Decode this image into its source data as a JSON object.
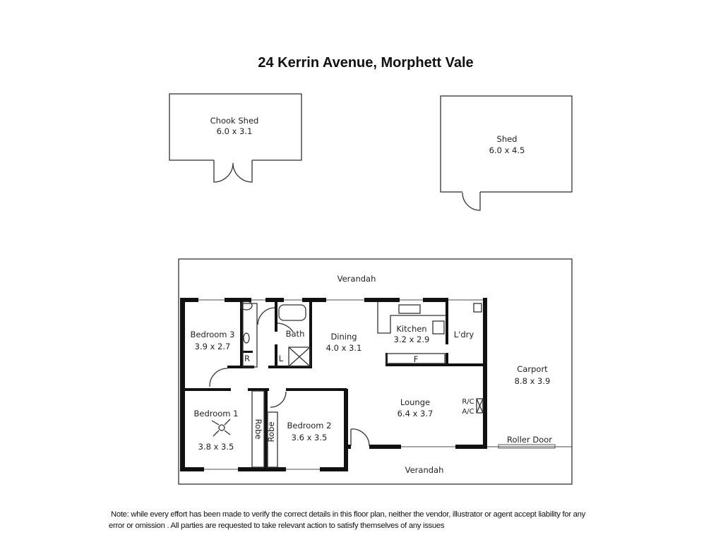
{
  "title": "24 Kerrin Avenue, Morphett Vale",
  "rooms": {
    "chook_shed": {
      "name": "Chook Shed",
      "size": "6.0 x 3.1"
    },
    "shed": {
      "name": "Shed",
      "size": "6.0 x 4.5"
    },
    "verandah_top": {
      "name": "Verandah"
    },
    "bedroom3": {
      "name": "Bedroom 3",
      "size": "3.9 x 2.7"
    },
    "bath": {
      "name": "Bath"
    },
    "dining": {
      "name": "Dining",
      "size": "4.0 x 3.1"
    },
    "kitchen": {
      "name": "Kitchen",
      "size": "3.2 x 2.9"
    },
    "laundry": {
      "name": "L'dry"
    },
    "carport": {
      "name": "Carport",
      "size": "8.8 x 3.9"
    },
    "lounge": {
      "name": "Lounge",
      "size": "6.4 x 3.7"
    },
    "bedroom1": {
      "name": "Bedroom 1",
      "size": "3.8 x 3.5"
    },
    "bedroom2": {
      "name": "Bedroom 2",
      "size": "3.6 x 3.5"
    },
    "robe1": {
      "name": "Robe"
    },
    "robe2": {
      "name": "Robe"
    },
    "verandah_bottom": {
      "name": "Verandah"
    }
  },
  "fixtures": {
    "robe_r": "R",
    "linen_l": "L",
    "fridge_f": "F",
    "rc": "R/C",
    "ac": "A/C",
    "roller_door": "Roller Door"
  },
  "note": {
    "line1": "Note: while every effort has been made to verify the correct details in this floor plan, neither the vendor, illustrator or agent accept liability for any",
    "line2": "error or omission . All  parties are requested to take relevant action to satisfy themselves of any issues"
  }
}
